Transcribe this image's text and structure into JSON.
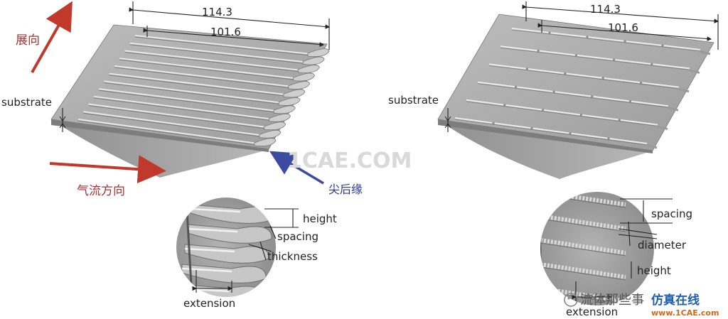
{
  "left_panel": {
    "dim_outer": "114.3",
    "dim_inner": "101.6",
    "substrate": "substrate",
    "spanwise": "展向",
    "airflow": "气流方向",
    "trailing_edge": "尖后缘",
    "inset": {
      "height": "height",
      "spacing": "spacing",
      "thickness": "thickness",
      "extension": "extension"
    }
  },
  "right_panel": {
    "dim_outer": "114.3",
    "dim_inner": "101.6",
    "substrate": "substrate",
    "inset": {
      "spacing": "spacing",
      "diameter": "diameter",
      "height": "height",
      "extension": "extension"
    }
  },
  "watermarks": {
    "center": "1CAE.COM",
    "brand_cn": "流体那些事",
    "brand_cae": "仿真在线",
    "brand_url": "www.1CAE.com"
  },
  "colors": {
    "arrow_red": "#c0392b",
    "arrow_blue": "#3b4ba0",
    "plate": "#a9a9a9"
  }
}
